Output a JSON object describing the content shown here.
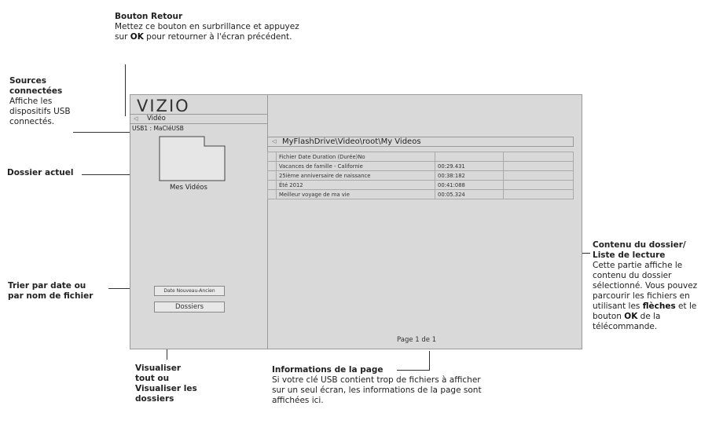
{
  "screen": {
    "logo": "VIZIO",
    "back_label": "Vidéo",
    "usb_label": "USB1 : MaCléUSB",
    "folder_caption": "Mes Vidéos",
    "sort_button": "Date Nouveau-Ancien",
    "folders_button": "Dossiers",
    "path": "MyFlashDrive\\Video\\root\\My Videos",
    "table_header": "Fichier Date Duration (Durée)No",
    "files": [
      {
        "name": "Vacances de famille - Californie",
        "duration": "00:29.431"
      },
      {
        "name": "25ième anniversaire de naissance",
        "duration": "00:38:182"
      },
      {
        "name": "Été 2012",
        "duration": "00:41:088"
      },
      {
        "name": "Meilleur voyage de ma vie",
        "duration": "00:05.324"
      }
    ],
    "page_info": "Page 1 de 1"
  },
  "callouts": {
    "back": {
      "title": "Bouton Retour",
      "text_before": "Mettez ce bouton en surbrillance et appuyez sur ",
      "bold": "OK",
      "text_after": " pour retourner à l'écran précédent."
    },
    "sources": {
      "title_line1": "Sources",
      "title_line2": "connectées",
      "text": "Affiche les dispositifs USB connectés."
    },
    "current_folder": {
      "title": "Dossier actuel"
    },
    "sort": {
      "title_line1": "Trier par date ou",
      "title_line2": "par nom de fichier"
    },
    "view": {
      "line1": "Visualiser",
      "line2": "tout ou",
      "line3": "Visualiser les",
      "line4": "dossiers"
    },
    "page": {
      "title": "Informations de la page",
      "text": "Si votre clé USB contient trop de fichiers à afficher sur un seul écran, les informations de la page sont affichées ici."
    },
    "content": {
      "title_line1": "Contenu du dossier/",
      "title_line2": "Liste de lecture",
      "text_before": "Cette partie affiche le contenu du dossier sélectionné. Vous pouvez parcourir les fichiers en utilisant les ",
      "bold1": "flèches",
      "text_mid": " et le bouton ",
      "bold2": "OK",
      "text_after": " de la télécommande."
    }
  }
}
